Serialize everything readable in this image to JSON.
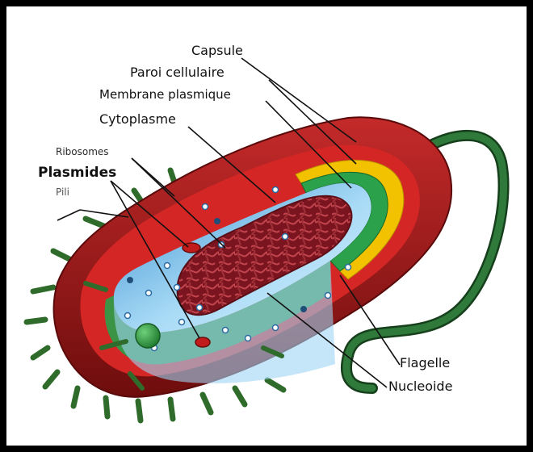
{
  "diagram": {
    "labels": {
      "capsule": "Capsule",
      "paroi": "Paroi cellulaire",
      "membrane": "Membrane plasmique",
      "cytoplasme": "Cytoplasme",
      "ribosomes": "Ribosomes",
      "plasmides": "Plasmides",
      "pili": "Pili",
      "flagelle": "Flagelle",
      "nucleoide": "Nucleoide"
    },
    "colors": {
      "frame": "#000000",
      "capsule": "#b51f1f",
      "capsule_dark": "#7c1010",
      "cell_wall": "#f2c200",
      "membrane": "#2aa14a",
      "cytoplasm": "#8ec9f0",
      "flagellum": "#2f7a3a",
      "nucleoid": "#8c1f2a"
    }
  }
}
